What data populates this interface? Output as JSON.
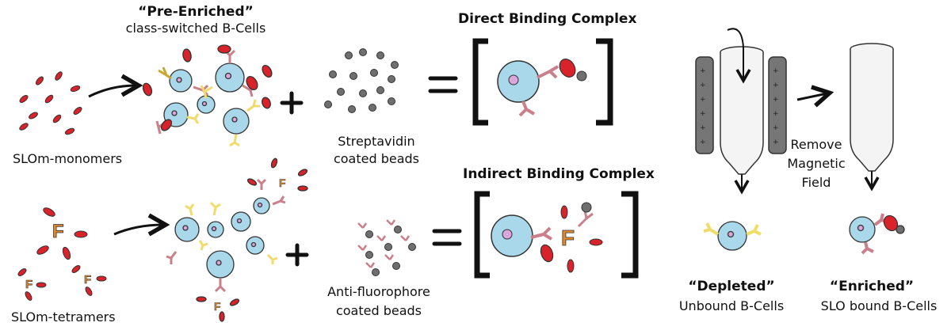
{
  "labels": {
    "pre_enriched_title": "“Pre-Enriched”",
    "pre_enriched_sub": "class-switched B-Cells",
    "monomers": "SLOm-monomers",
    "tetramers": "SLOm-tetramers",
    "strep_line1": "Streptavidin",
    "strep_line2": "coated beads",
    "antifluor_line1": "Anti-fluorophore",
    "antifluor_line2": "coated  beads",
    "direct_title": "Direct Binding Complex",
    "indirect_title": "Indirect Binding Complex",
    "remove_line1": "Remove",
    "remove_line2": "Magnetic",
    "remove_line3": "Field",
    "depleted_title": "“Depleted”",
    "depleted_sub": "Unbound  B-Cells",
    "enriched_title": "“Enriched”",
    "enriched_sub": "SLO bound  B-Cells",
    "fluorophore_letter": "F"
  },
  "colors": {
    "cell_fill": "#a9d8ea",
    "nucleus_fill": "#dba6dc",
    "slo_red": "#d8232a",
    "ab_yellow": "#f0dc6a",
    "ab_pink": "#c9808a",
    "bead_gray": "#6f6f6f",
    "fluor_orange": "#e08a2e",
    "magnet_gray": "#767676"
  }
}
